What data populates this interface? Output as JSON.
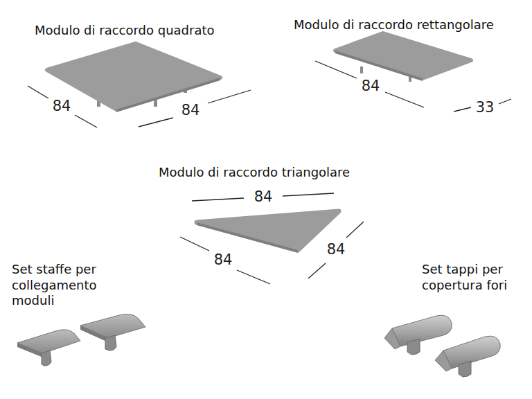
{
  "diagram": {
    "labels": [
      "Modulo di raccordo quadrato",
      "Modulo di raccordo rettangolare",
      "84",
      "84",
      "84",
      "33",
      "Modulo di raccordo triangolare",
      "84",
      "84",
      "84",
      "Set staffe per collegamento moduli",
      "Set tappi per copertura fori"
    ]
  }
}
